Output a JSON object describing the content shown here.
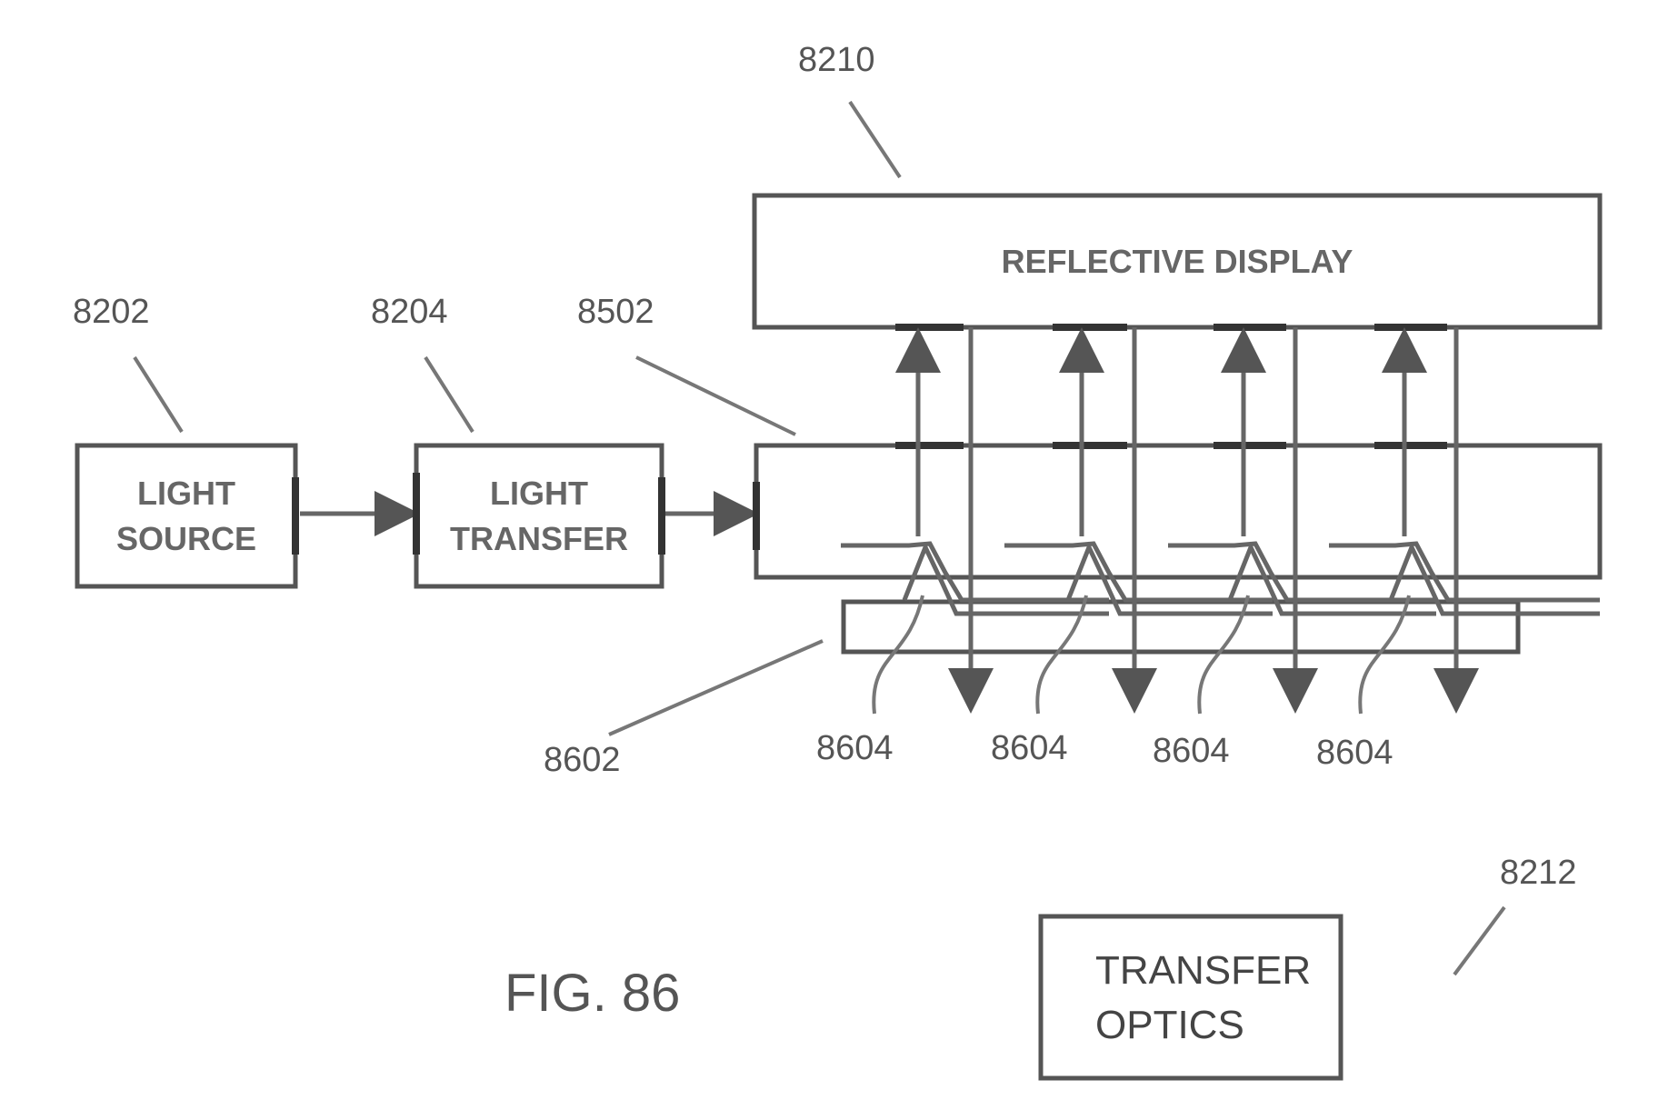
{
  "figure": {
    "title": "FIG. 86",
    "refs": {
      "r8210": "8210",
      "r8202": "8202",
      "r8204": "8204",
      "r8502": "8502",
      "r8602": "8602",
      "r8604": [
        "8604",
        "8604",
        "8604",
        "8604"
      ],
      "r8212": "8212"
    },
    "boxes": {
      "reflective_display": "REFLECTIVE DISPLAY",
      "light_source": [
        "LIGHT",
        "SOURCE"
      ],
      "light_transfer": [
        "LIGHT",
        "TRANSFER"
      ],
      "transfer_optics": [
        "TRANSFER",
        "OPTICS"
      ]
    }
  },
  "colors": {
    "line": "#666666",
    "text": "#555555",
    "background": "#ffffff"
  }
}
